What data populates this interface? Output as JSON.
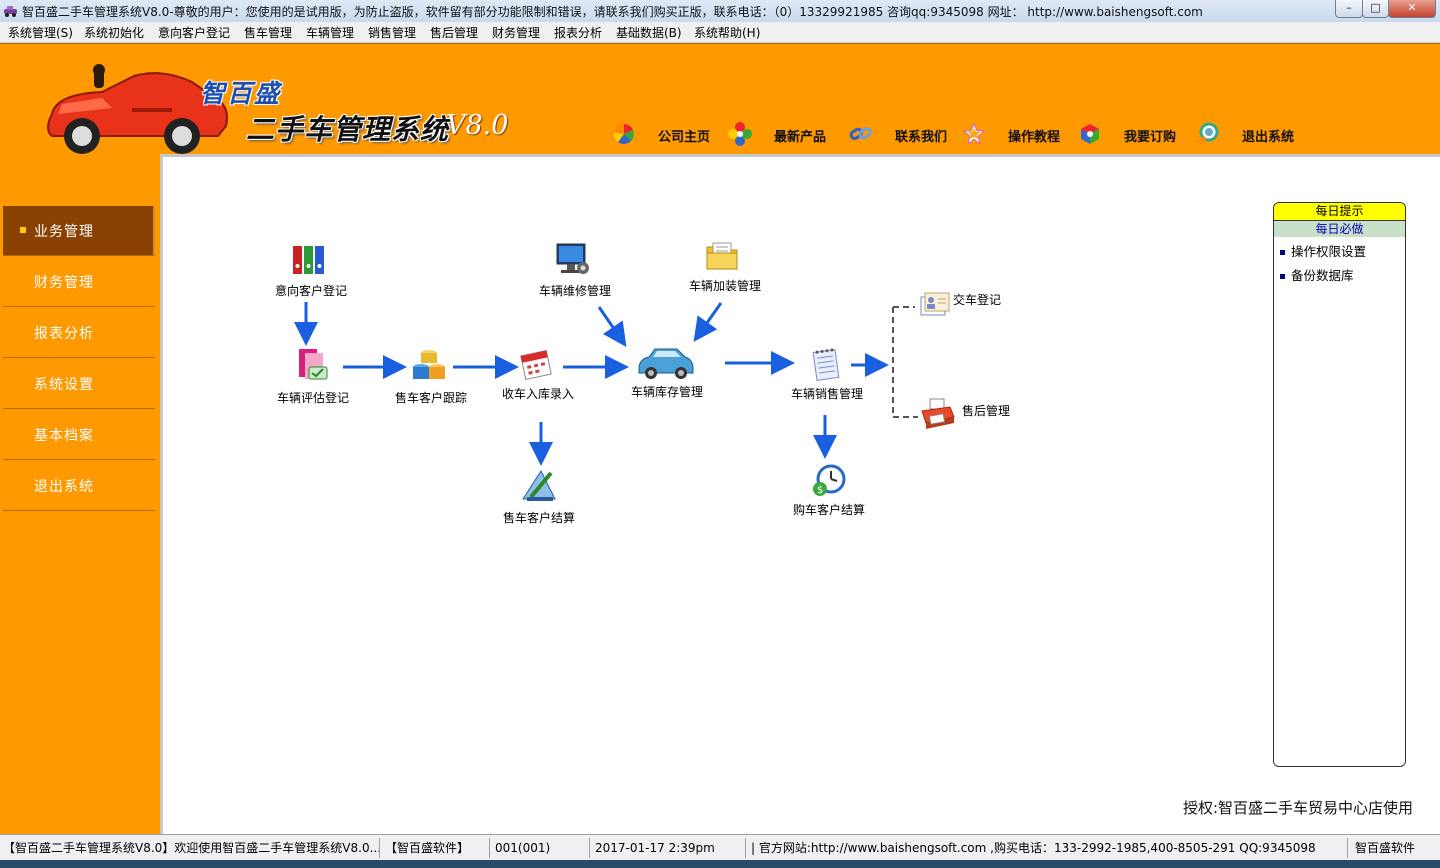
{
  "window": {
    "title": "智百盛二手车管理系统V8.0-尊敬的用户：您使用的是试用版，为防止盗版，软件留有部分功能限制和错误，请联系我们购买正版，联系电话：（0）13329921985  咨询qq:9345098    网址：  http://www.baishengsoft.com",
    "minimize_label": "–",
    "maximize_label": "□",
    "close_label": "✕"
  },
  "menubar": {
    "items": [
      "系统管理(S)",
      "系统初始化",
      "意向客户登记",
      "售车管理",
      "车辆管理",
      "销售管理",
      "售后管理",
      "财务管理",
      "报表分析",
      "基础数据(B)",
      "系统帮助(H)"
    ]
  },
  "brand": {
    "company": "智百盛",
    "product": "二手车管理系统",
    "version": "V8.0"
  },
  "toplinks": [
    {
      "label": "公司主页",
      "icon": "pinwheel-icon"
    },
    {
      "label": "最新产品",
      "icon": "flower-icon"
    },
    {
      "label": "联系我们",
      "icon": "chain-link-icon"
    },
    {
      "label": "操作教程",
      "icon": "star-icon"
    },
    {
      "label": "我要订购",
      "icon": "cube-icon"
    },
    {
      "label": "退出系统",
      "icon": "search-ring-icon"
    }
  ],
  "sidebar": {
    "items": [
      {
        "label": "业务管理",
        "active": true
      },
      {
        "label": "财务管理",
        "active": false
      },
      {
        "label": "报表分析",
        "active": false
      },
      {
        "label": "系统设置",
        "active": false
      },
      {
        "label": "基本档案",
        "active": false
      },
      {
        "label": "退出系统",
        "active": false
      }
    ]
  },
  "flow": {
    "nodes": {
      "intent": "意向客户登记",
      "evaluate": "车辆评估登记",
      "follow": "售车客户跟踪",
      "intake": "收车入库录入",
      "settle_sell": "售车客户结算",
      "repair": "车辆维修管理",
      "refit": "车辆加装管理",
      "stock": "车辆库存管理",
      "sales": "车辆销售管理",
      "settle_buy": "购车客户结算",
      "delivery": "交车登记",
      "aftersale": "售后管理"
    }
  },
  "tips": {
    "title": "每日提示",
    "subtitle": "每日必做",
    "items": [
      "操作权限设置",
      "备份数据库"
    ]
  },
  "license": "授权:智百盛二手车贸易中心店使用",
  "statusbar": {
    "cells": [
      "【智百盛二手车管理系统V8.0】欢迎使用智百盛二手车管理系统V8.0...",
      "【智百盛软件】",
      "001(001)",
      "2017-01-17 2:39pm",
      "| 官方网站:http://www.baishengsoft.com ,购买电话：133-2992-1985,400-8505-291 QQ:9345098",
      "智百盛软件"
    ]
  },
  "colors": {
    "frame_orange": "#ff9900",
    "sidebar_active": "#8a4204",
    "arrow_blue": "#1a5fe0",
    "tips_yellow": "#ffff00"
  }
}
